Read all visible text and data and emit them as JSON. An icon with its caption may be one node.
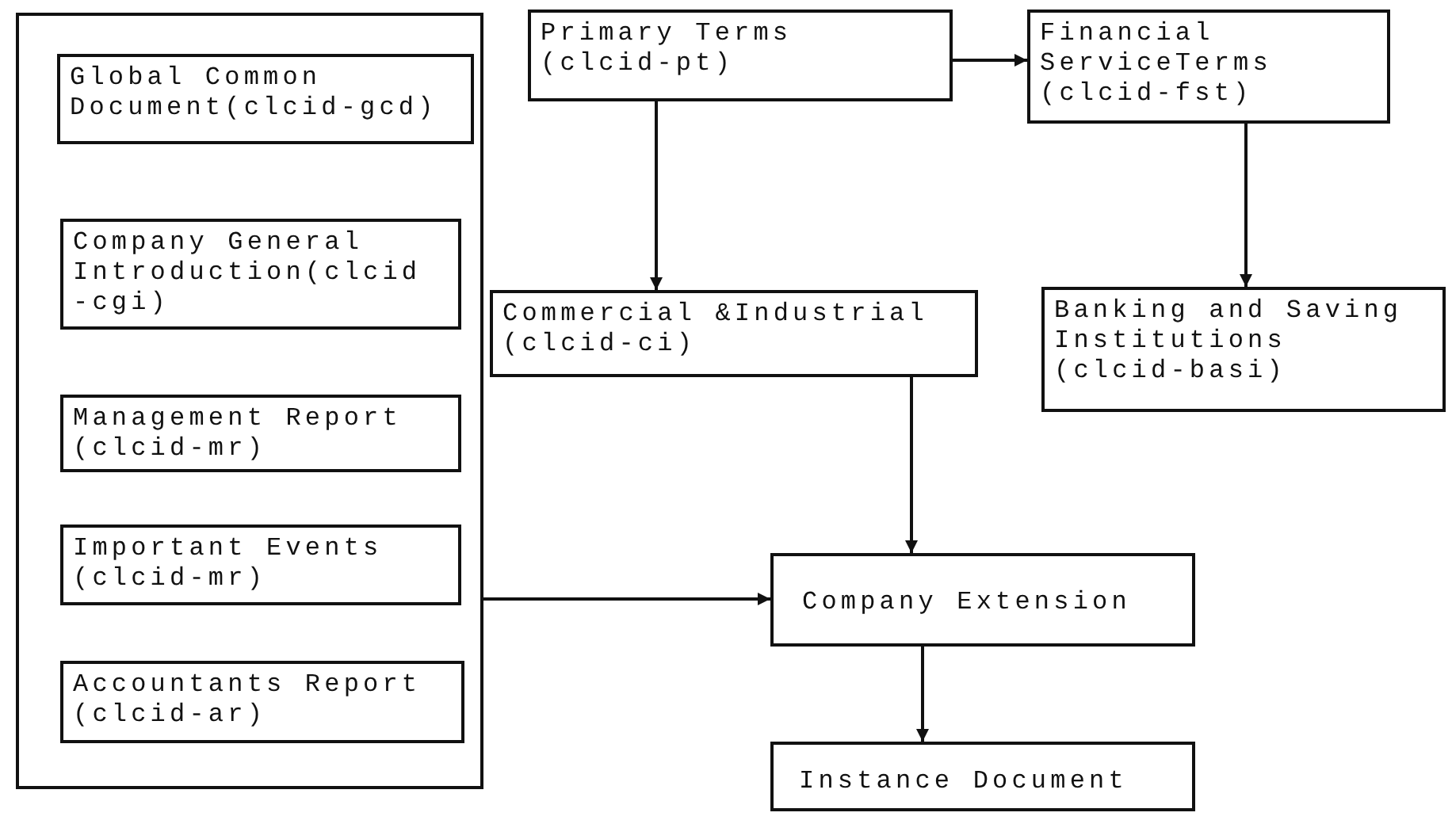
{
  "diagram": {
    "nodes": [
      {
        "text": [],
        "shape": "box"
      },
      {
        "text": [
          "Global Common Document(clcid-gcd)"
        ],
        "in": 0
      },
      {
        "text": [
          "Company General Introduction(clcid -cgi)"
        ],
        "in": 0
      },
      {
        "text": [
          "Management Report (clcid-mr)"
        ],
        "in": 0
      },
      {
        "text": [
          "Important Events (clcid-mr)"
        ],
        "in": 0
      },
      {
        "text": [
          "Accountants Report (clcid-ar)"
        ],
        "in": 0
      },
      {
        "text": [
          "Primary Terms (clcid-pt)"
        ]
      },
      {
        "text": [
          "Financial ServiceTerms (clcid-fst)"
        ]
      },
      {
        "text": [
          "Commercial &Industrial (clcid-ci)"
        ]
      },
      {
        "text": [
          "Banking and Saving Institutions (clcid-basi)"
        ]
      },
      {
        "text": [
          "Company Extension"
        ]
      },
      {
        "text": [
          "Instance Document"
        ]
      }
    ],
    "edges": [
      {
        "from": 6,
        "to": 7,
        "arrow": "to"
      },
      {
        "from": 6,
        "to": 8,
        "arrow": "to"
      },
      {
        "from": 7,
        "to": 9,
        "arrow": "to"
      },
      {
        "from": 8,
        "to": 10,
        "arrow": "to"
      },
      {
        "from": 0,
        "to": 10,
        "arrow": "to"
      },
      {
        "from": 10,
        "to": 11,
        "arrow": "to"
      }
    ]
  }
}
